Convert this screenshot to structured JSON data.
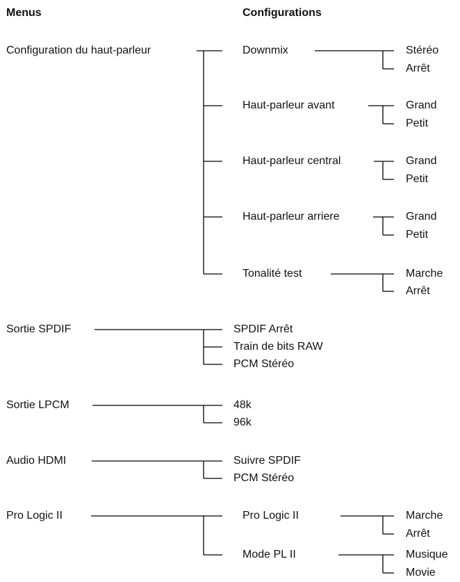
{
  "headers": {
    "menus": "Menus",
    "configurations": "Configurations"
  },
  "groups": [
    {
      "label": "Configuration du haut-parleur",
      "items": [
        {
          "label": "Downmix",
          "options": [
            "Stéréo",
            "Arrêt"
          ]
        },
        {
          "label": "Haut-parleur avant",
          "options": [
            "Grand",
            "Petit"
          ]
        },
        {
          "label": "Haut-parleur central",
          "options": [
            "Grand",
            "Petit"
          ]
        },
        {
          "label": "Haut-parleur arriere",
          "options": [
            "Grand",
            "Petit"
          ]
        },
        {
          "label": "Tonalité test",
          "options": [
            "Marche",
            "Arrêt"
          ]
        }
      ]
    },
    {
      "label": "Sortie SPDIF",
      "items": [
        {
          "label": "SPDIF Arrêt"
        },
        {
          "label": "Train de bits RAW"
        },
        {
          "label": "PCM Stéréo"
        }
      ]
    },
    {
      "label": "Sortie LPCM",
      "items": [
        {
          "label": "48k"
        },
        {
          "label": "96k"
        }
      ]
    },
    {
      "label": "Audio HDMI",
      "items": [
        {
          "label": "Suivre SPDIF"
        },
        {
          "label": "PCM Stéréo"
        }
      ]
    },
    {
      "label": "Pro Logic II",
      "items": [
        {
          "label": "Pro Logic II",
          "options": [
            "Marche",
            "Arrêt"
          ]
        },
        {
          "label": "Mode PL II",
          "options": [
            "Musique",
            "Movie"
          ]
        }
      ]
    }
  ]
}
